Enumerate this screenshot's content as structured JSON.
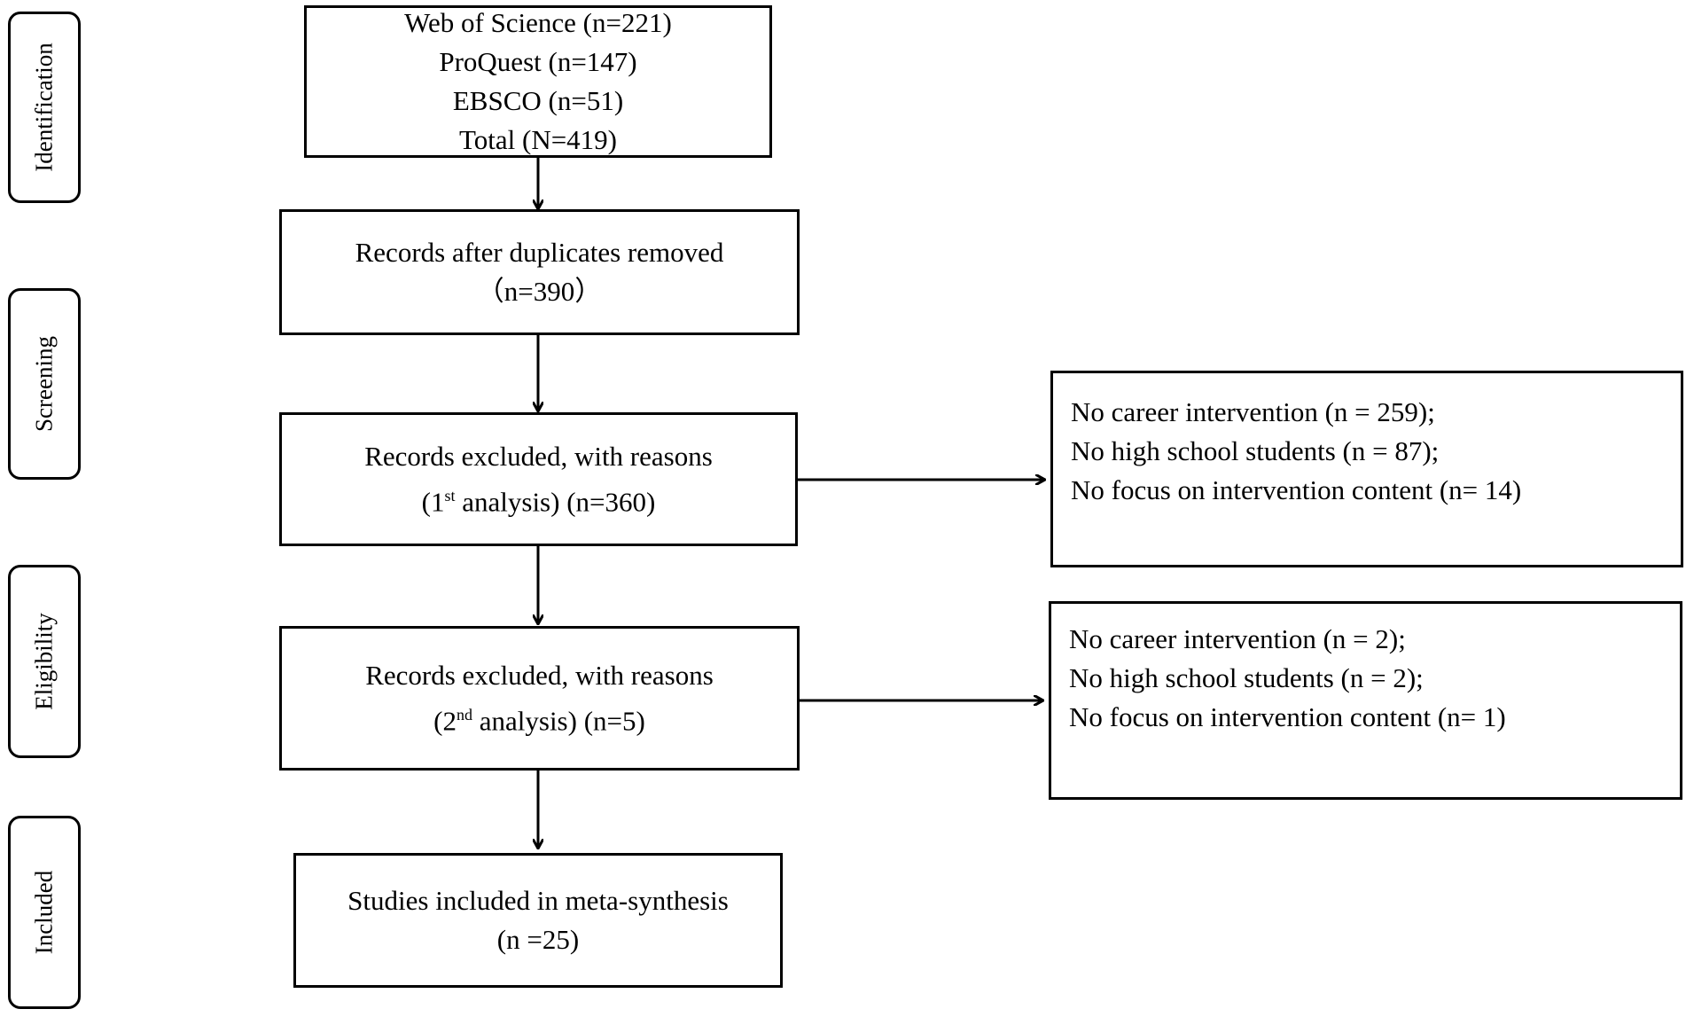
{
  "stages": [
    {
      "label": "Identification"
    },
    {
      "label": "Screening"
    },
    {
      "label": "Eligibility"
    },
    {
      "label": "Included"
    }
  ],
  "identification": {
    "lines": [
      "Web of Science (n=221)",
      "ProQuest (n=147)",
      "EBSCO (n=51)",
      "Total (N=419)"
    ]
  },
  "duplicates_removed": {
    "line1": "Records after duplicates removed",
    "line2": "（n=390）"
  },
  "first_analysis": {
    "line1": "Records excluded, with reasons",
    "pre": "(1",
    "sup": "st",
    "post": " analysis) (n=360)",
    "reasons": [
      "No career intervention (n = 259);",
      "No high school students (n = 87);",
      "No focus on intervention content (n= 14)"
    ]
  },
  "second_analysis": {
    "line1": "Records excluded, with reasons",
    "pre": "(2",
    "sup": "nd",
    "post": " analysis) (n=5)",
    "reasons": [
      "No career intervention (n = 2);",
      "No high school students (n = 2);",
      "No focus on intervention content (n= 1)"
    ]
  },
  "included": {
    "line1": "Studies included in meta-synthesis",
    "line2": "(n =25)"
  }
}
